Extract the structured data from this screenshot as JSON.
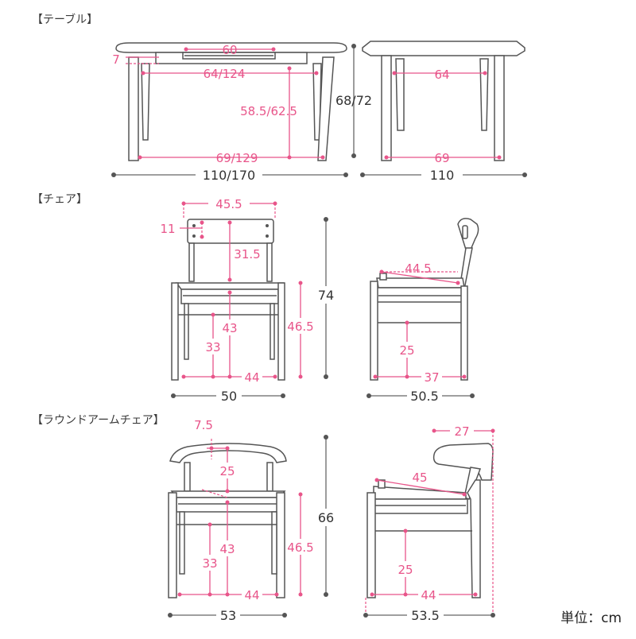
{
  "sections": {
    "table": "【テーブル】",
    "chair": "【チェア】",
    "arm_chair": "【ラウンドアームチェア】"
  },
  "unit_note": "単位：cm",
  "table": {
    "extension": "60",
    "apron": "7",
    "leg_inner_front": "64/124",
    "leg_height": "58.5/62.5",
    "leg_outer_front": "69/129",
    "width": "110/170",
    "height": "68/72",
    "leg_inner_side": "64",
    "leg_outer_side": "69",
    "depth": "110"
  },
  "chair": {
    "back_width": "45.5",
    "hole_spacing": "11",
    "back_height": "31.5",
    "seat_height": "43",
    "stretcher_height": "33",
    "arm_height": "46.5",
    "leg_width": "44",
    "width": "50",
    "height": "74",
    "seat_depth": "44.5",
    "side_stretcher": "25",
    "leg_depth": "37",
    "depth": "50.5"
  },
  "arm_chair": {
    "back_offset": "7.5",
    "back_height": "25",
    "seat_height": "43",
    "stretcher_height": "33",
    "arm_height": "46.5",
    "leg_width": "44",
    "width": "53",
    "height": "66",
    "top_depth": "27",
    "seat_depth": "45",
    "side_stretcher": "25",
    "leg_depth": "44",
    "depth": "53.5"
  }
}
